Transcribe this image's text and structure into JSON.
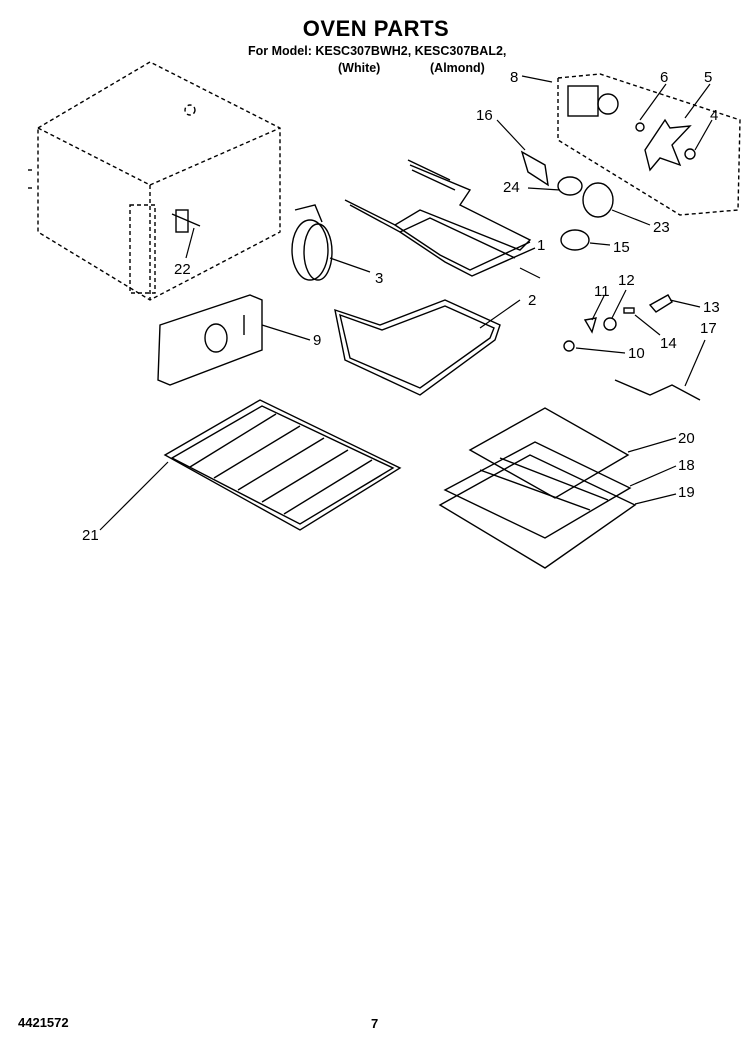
{
  "header": {
    "title": "OVEN PARTS",
    "model_line": "For Model: KESC307BWH2, KESC307BAL2,",
    "variants": [
      "(White)",
      "(Almond)"
    ]
  },
  "callouts": [
    "1",
    "2",
    "3",
    "4",
    "5",
    "6",
    "8",
    "9",
    "10",
    "11",
    "12",
    "13",
    "14",
    "15",
    "16",
    "17",
    "18",
    "19",
    "20",
    "21",
    "22",
    "23",
    "24"
  ],
  "footer": {
    "doc_number": "4421572",
    "page_number": "7"
  }
}
